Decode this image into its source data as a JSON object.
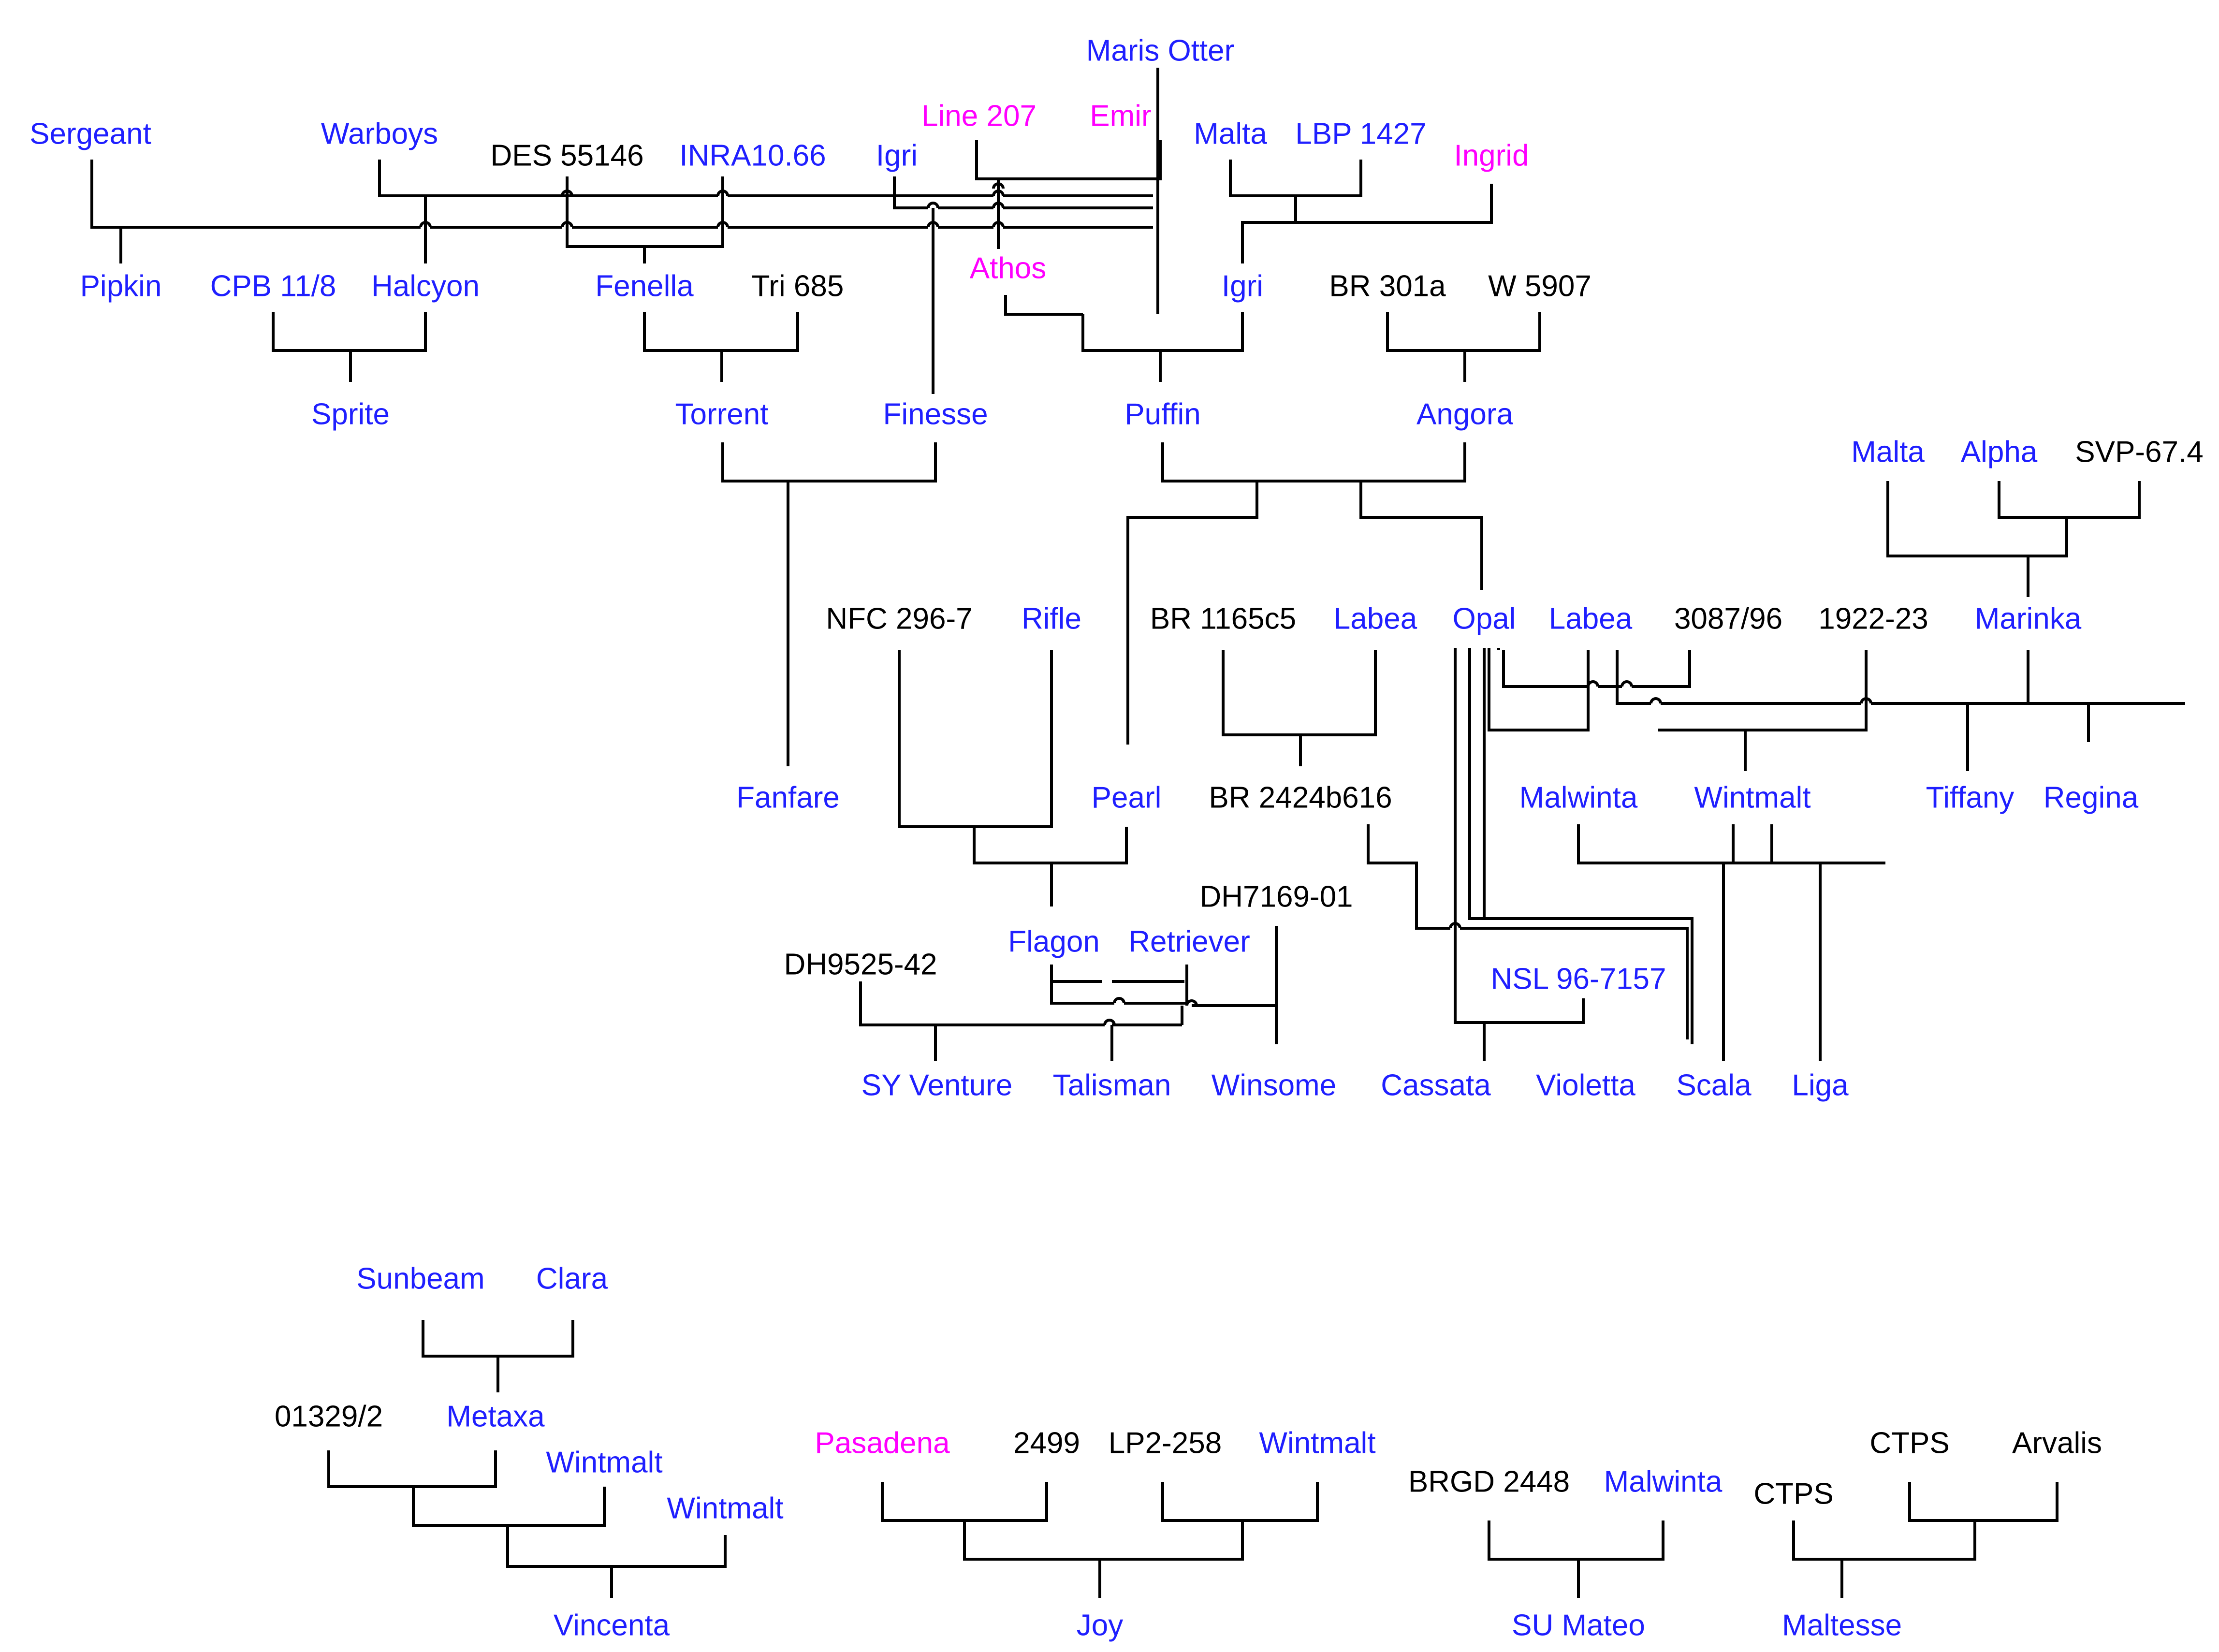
{
  "colors": {
    "blue": "#1f1fff",
    "black": "#000000",
    "magenta": "#ff00ff"
  },
  "labels": {
    "n_maris_otter": "Maris Otter",
    "n_line207": "Line 207",
    "n_emir": "Emir",
    "n_sergeant": "Sergeant",
    "n_warboys": "Warboys",
    "n_malta1": "Malta",
    "n_lbp1427": "LBP 1427",
    "n_des55146": "DES 55146",
    "n_inra1066": "INRA10.66",
    "n_igri1": "Igri",
    "n_ingrid": "Ingrid",
    "n_athos": "Athos",
    "n_pipkin": "Pipkin",
    "n_cpb118": "CPB 11/8",
    "n_halcyon": "Halcyon",
    "n_fenella": "Fenella",
    "n_tri685": "Tri 685",
    "n_igri2": "Igri",
    "n_br301a": "BR 301a",
    "n_w5907": "W 5907",
    "n_sprite": "Sprite",
    "n_torrent": "Torrent",
    "n_finesse": "Finesse",
    "n_puffin": "Puffin",
    "n_angora": "Angora",
    "n_malta2": "Malta",
    "n_alpha": "Alpha",
    "n_svp674": "SVP-67.4",
    "n_nfc2967": "NFC 296-7",
    "n_rifle": "Rifle",
    "n_br1165c5": "BR 1165c5",
    "n_labea1": "Labea",
    "n_opal": "Opal",
    "n_labea2": "Labea",
    "n_3087_96": "3087/96",
    "n_1922_23": "1922-23",
    "n_marinka": "Marinka",
    "n_fanfare": "Fanfare",
    "n_pearl": "Pearl",
    "n_br2424b616": "BR 2424b616",
    "n_malwinta1": "Malwinta",
    "n_wintmalt1": "Wintmalt",
    "n_tiffany": "Tiffany",
    "n_regina": "Regina",
    "n_dh716901": "DH7169-01",
    "n_flagon": "Flagon",
    "n_retriever": "Retriever",
    "n_dh952542": "DH9525-42",
    "n_nsl967157": "NSL 96-7157",
    "n_syventure": "SY Venture",
    "n_talisman": "Talisman",
    "n_winsome": "Winsome",
    "n_cassata": "Cassata",
    "n_violetta": "Violetta",
    "n_scala": "Scala",
    "n_liga": "Liga",
    "n_sunbeam": "Sunbeam",
    "n_clara": "Clara",
    "n_01329_2": "01329/2",
    "n_metaxa": "Metaxa",
    "n_wintmalt2": "Wintmalt",
    "n_wintmalt3": "Wintmalt",
    "n_vincenta": "Vincenta",
    "n_pasadena": "Pasadena",
    "n_2499": "2499",
    "n_lp2258": "LP2-258",
    "n_wintmalt4": "Wintmalt",
    "n_joy": "Joy",
    "n_brgd2448": "BRGD 2448",
    "n_malwinta2": "Malwinta",
    "n_sumateo": "SU Mateo",
    "n_ctps1": "CTPS",
    "n_arvalis": "Arvalis",
    "n_ctps2": "CTPS",
    "n_maltesse": "Maltesse"
  }
}
